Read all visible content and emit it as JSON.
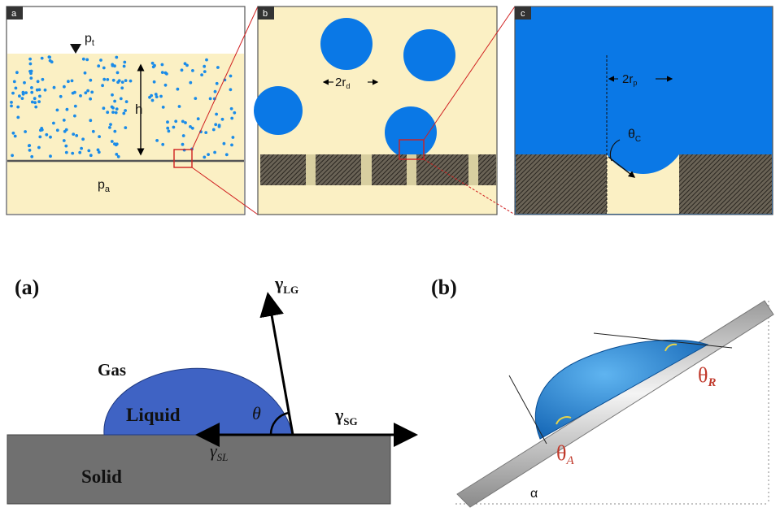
{
  "top_panels": {
    "a": {
      "tag": "a",
      "pressure_top": "p",
      "pressure_top_sub": "t",
      "height": "h",
      "pressure_bottom": "p",
      "pressure_bottom_sub": "a"
    },
    "b": {
      "tag": "b",
      "diameter_label": "2r",
      "diameter_sub": "d"
    },
    "c": {
      "tag": "c",
      "pore_label": "2r",
      "pore_sub": "p",
      "angle_label": "θ",
      "angle_sub": "C"
    }
  },
  "bottom_left": {
    "panel_label": "(a)",
    "gas": "Gas",
    "liquid": "Liquid",
    "solid": "Solid",
    "theta": "θ",
    "gamma_lg": "γ",
    "gamma_lg_sub": "LG",
    "gamma_sg": "γ",
    "gamma_sg_sub": "SG",
    "gamma_sl": "γ",
    "gamma_sl_sub": "SL"
  },
  "bottom_right": {
    "panel_label": "(b)",
    "theta_r": "θ",
    "theta_r_sub": "R",
    "theta_a": "θ",
    "theta_a_sub": "A",
    "alpha": "α"
  },
  "colors": {
    "cream": "#fbf0c4",
    "blue": "#0a78e6",
    "drop_blue": "#3f63c4",
    "solid_gray": "#707070",
    "red_line": "#d02020"
  }
}
